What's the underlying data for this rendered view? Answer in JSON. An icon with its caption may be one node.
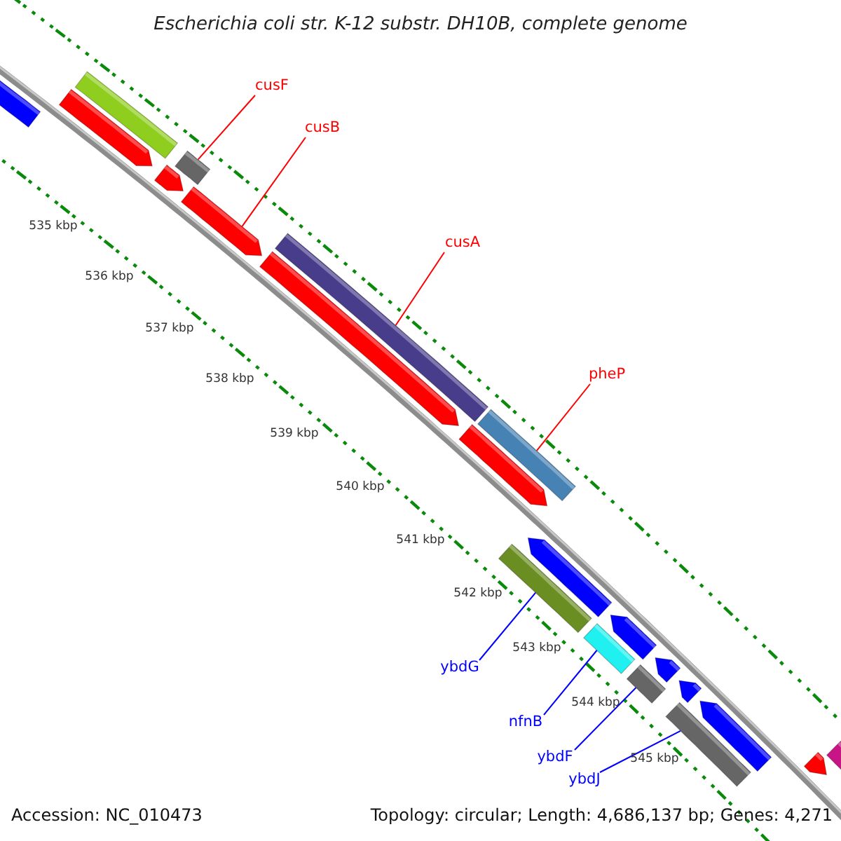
{
  "diagram": {
    "title": "Escherichia coli str. K-12 substr. DH10B, complete genome",
    "nodes": [
      {
        "text": [
          "cusF"
        ]
      },
      {
        "text": [
          "cusB"
        ]
      },
      {
        "text": [
          "cusA"
        ]
      },
      {
        "text": [
          "pheP"
        ]
      },
      {
        "text": [
          "ybdG"
        ]
      },
      {
        "text": [
          "nfnB"
        ]
      },
      {
        "text": [
          "ybdF"
        ]
      },
      {
        "text": [
          "ybdJ"
        ]
      },
      {
        "text": [],
        "shape": "bar"
      },
      {
        "text": [],
        "shape": "bar"
      },
      {
        "text": [],
        "shape": "bar"
      },
      {
        "text": [],
        "shape": "bar"
      },
      {
        "text": [],
        "shape": "bar"
      },
      {
        "text": [],
        "shape": "bar"
      },
      {
        "text": [],
        "shape": "bar"
      },
      {
        "text": [],
        "shape": "bar"
      },
      {
        "text": [],
        "shape": "bar"
      },
      {
        "text": [],
        "shape": "bar"
      },
      {
        "text": [],
        "shape": "bar"
      },
      {
        "text": [],
        "shape": "bar"
      },
      {
        "text": [],
        "shape": "bar"
      },
      {
        "text": [],
        "shape": "bar"
      },
      {
        "text": [],
        "shape": "bar"
      },
      {
        "text": [],
        "shape": "bar"
      },
      {
        "text": [],
        "shape": "bar"
      },
      {
        "text": [],
        "shape": "bar"
      },
      {
        "text": [],
        "shape": "bar"
      },
      {
        "text": [],
        "shape": "bar"
      },
      {
        "text": [],
        "shape": "bar"
      }
    ],
    "edges": [
      {
        "from": 0,
        "to": 12,
        "arrow": "none",
        "color": "#ff0000"
      },
      {
        "from": 1,
        "to": 13,
        "arrow": "none",
        "color": "#ff0000"
      },
      {
        "from": 2,
        "to": 14,
        "arrow": "none",
        "color": "#ff0000"
      },
      {
        "from": 3,
        "to": 17,
        "arrow": "none",
        "color": "#ff0000"
      },
      {
        "from": 4,
        "to": 18,
        "arrow": "none",
        "color": "#0000ff"
      },
      {
        "from": 5,
        "to": 20,
        "arrow": "none",
        "color": "#0000ff"
      },
      {
        "from": 6,
        "to": 22,
        "arrow": "none",
        "color": "#0000ff"
      },
      {
        "from": 7,
        "to": 25,
        "arrow": "none",
        "color": "#0000ff"
      }
    ],
    "labels": [
      "535 kbp",
      "536 kbp",
      "537 kbp",
      "538 kbp",
      "539 kbp",
      "540 kbp",
      "541 kbp",
      "542 kbp",
      "543 kbp",
      "544 kbp",
      "545 kbp",
      "Accession: NC_010473",
      "Topology: circular; Length: 4,686,137 bp; Genes: 4,271"
    ]
  }
}
